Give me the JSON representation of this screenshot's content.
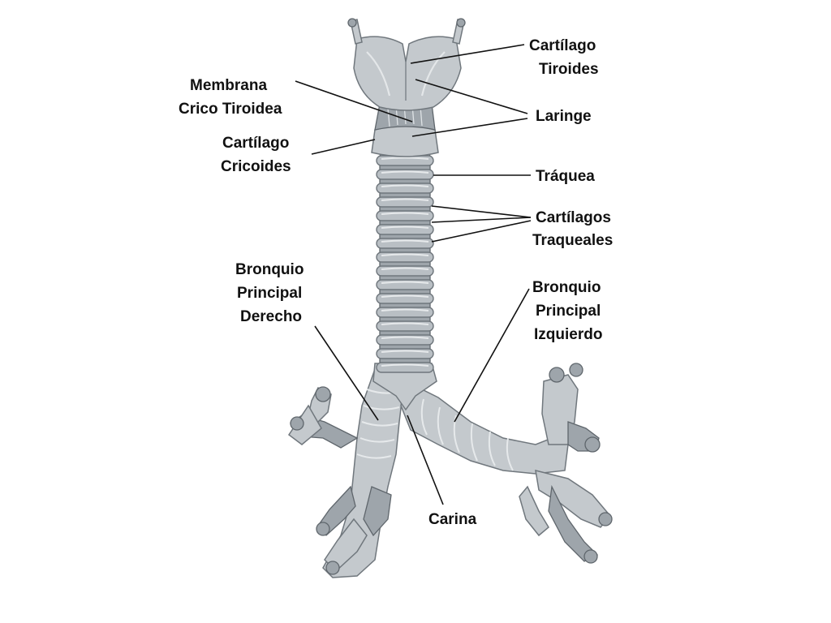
{
  "labels": {
    "cartilago_tiroides": [
      "Cartílago",
      "Tiroides"
    ],
    "membrana": [
      "Membrana",
      "Crico Tiroidea"
    ],
    "laringe": [
      "Laringe"
    ],
    "cartilago_cricoides": [
      "Cartílago",
      "Cricoides"
    ],
    "traquea": [
      "Tráquea"
    ],
    "cartilagos_traqueales": [
      "Cartílagos",
      "Traqueales"
    ],
    "bronquio_derecho": [
      "Bronquio",
      "Principal",
      "Derecho"
    ],
    "bronquio_izquierdo": [
      "Bronquio",
      "Principal",
      "Izquierdo"
    ],
    "carina": [
      "Carina"
    ]
  },
  "colors": {
    "background": "#ffffff",
    "label_text": "#111111",
    "tissue_light": "#c4c9cd",
    "tissue_dark": "#9ea5ab",
    "outline": "#6f767c"
  }
}
